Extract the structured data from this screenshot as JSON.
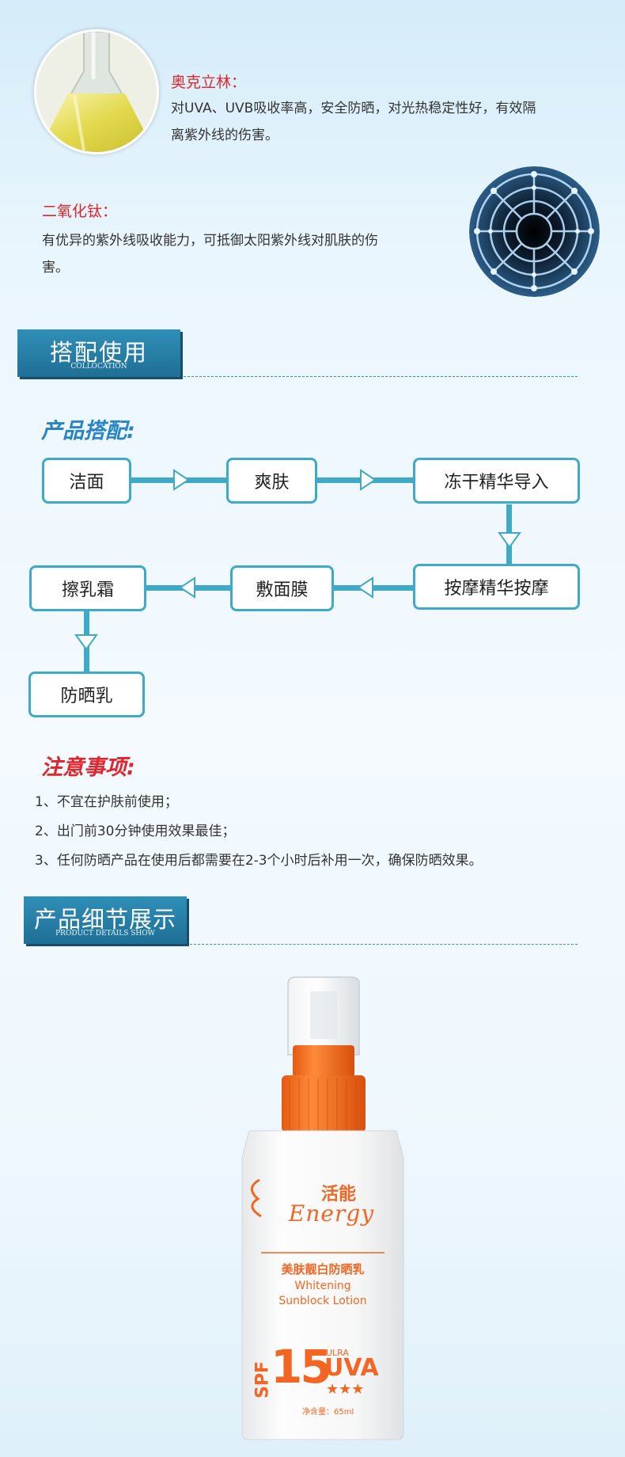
{
  "ingredients": [
    {
      "name": "奥克立林：",
      "desc_line1": "对UVA、UVB吸收率高，安全防晒，对光热稳定性好，有效隔",
      "desc_line2": "离紫外线的伤害。",
      "image_icon": "flask-image"
    },
    {
      "name": "二氧化钛：",
      "desc_line1": "有优异的紫外线吸收能力，可抵御太阳紫外线对肌肤的伤",
      "desc_line2": "害。",
      "image_icon": "molecule-tunnel-image"
    }
  ],
  "collocation": {
    "title_zh": "搭配使用",
    "title_en": "COLLOCATION",
    "subhead": "产品搭配:",
    "subhead_color": "#2a85c4",
    "steps": [
      "洁面",
      "爽肤",
      "冻干精华导入",
      "按摩精华按摩",
      "敷面膜",
      "擦乳霜",
      "防晒乳"
    ]
  },
  "notes": {
    "title": "注意事项:",
    "title_color": "#e1252c",
    "items": [
      "1、不宜在护肤前使用；",
      "2、出门前30分钟使用效果最佳；",
      "3、任何防晒产品在使用后都需要在2-3个小时后补用一次，确保防晒效果。"
    ]
  },
  "details": {
    "title_zh": "产品细节展示",
    "title_en": "PRODUCT DETAILS SHOW"
  },
  "product": {
    "brand_cn": "活能",
    "brand_en": "Energy",
    "name_cn": "美肤靓白防晒乳",
    "name_en_1": "Whitening",
    "name_en_2": "Sunblock Lotion",
    "spf_label": "SPF",
    "spf_value": "15",
    "ulra": "ULRA",
    "uva": "UVA",
    "stars": "★★★",
    "volume": "净含量：65ml",
    "accent": "#f26522"
  }
}
